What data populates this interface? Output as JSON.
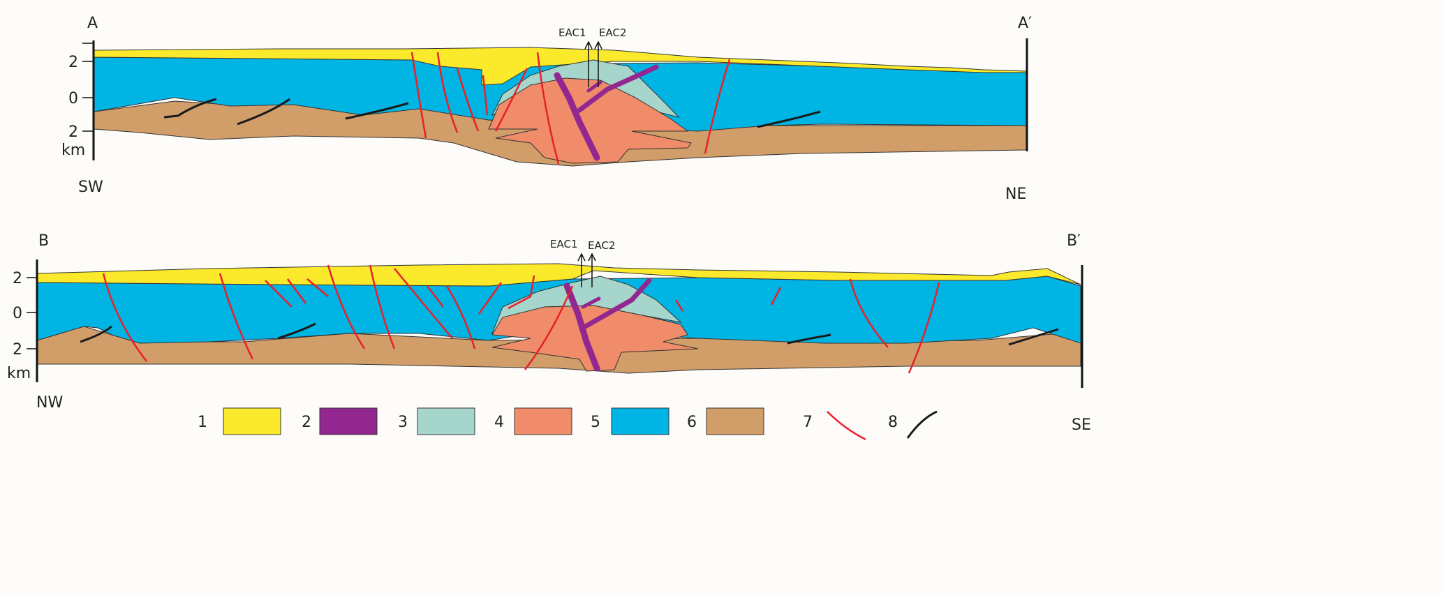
{
  "sections": [
    {
      "id": "A",
      "start": "A",
      "end": "A′",
      "dir_left": "SW",
      "dir_right": "NE",
      "ticks": [
        "2",
        "0",
        "2"
      ],
      "unit": "km",
      "wells": [
        "EAC1",
        "EAC2"
      ]
    },
    {
      "id": "B",
      "start": "B",
      "end": "B′",
      "dir_left": "NW",
      "dir_right": "SE",
      "ticks": [
        "2",
        "0",
        "2"
      ],
      "unit": "km",
      "wells": [
        "EAC1",
        "EAC2"
      ]
    }
  ],
  "legend": [
    {
      "num": "1",
      "color": "#fbe92b"
    },
    {
      "num": "2",
      "color": "#92278f"
    },
    {
      "num": "3",
      "color": "#a6d5cb"
    },
    {
      "num": "4",
      "color": "#f08c6a"
    },
    {
      "num": "5",
      "color": "#00b4e4"
    },
    {
      "num": "6",
      "color": "#d19d68"
    },
    {
      "num": "7",
      "color": "#e8202a"
    },
    {
      "num": "8",
      "color": "#1a1a1a"
    }
  ]
}
